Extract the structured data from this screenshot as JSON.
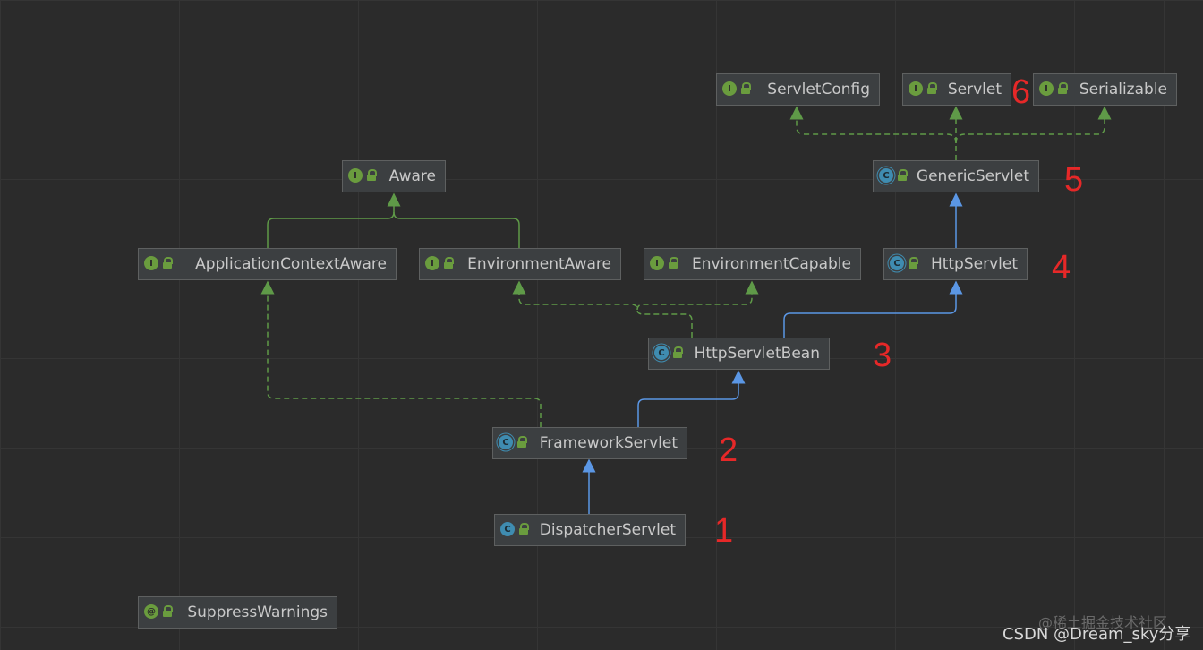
{
  "nodes": {
    "servlet_config": {
      "label": "ServletConfig",
      "kind": "I"
    },
    "servlet": {
      "label": "Servlet",
      "kind": "I"
    },
    "serializable": {
      "label": "Serializable",
      "kind": "I"
    },
    "aware": {
      "label": "Aware",
      "kind": "I"
    },
    "generic_servlet": {
      "label": "GenericServlet",
      "kind": "C"
    },
    "application_context_aware": {
      "label": "ApplicationContextAware",
      "kind": "I"
    },
    "environment_aware": {
      "label": "EnvironmentAware",
      "kind": "I"
    },
    "environment_capable": {
      "label": "EnvironmentCapable",
      "kind": "I"
    },
    "http_servlet": {
      "label": "HttpServlet",
      "kind": "C"
    },
    "http_servlet_bean": {
      "label": "HttpServletBean",
      "kind": "C"
    },
    "framework_servlet": {
      "label": "FrameworkServlet",
      "kind": "C"
    },
    "dispatcher_servlet": {
      "label": "DispatcherServlet",
      "kind": "C"
    },
    "suppress_warnings": {
      "label": "SuppressWarnings",
      "kind": "@"
    }
  },
  "annotations": {
    "n1": "1",
    "n2": "2",
    "n3": "3",
    "n4": "4",
    "n5": "5",
    "n6": "6"
  },
  "watermark": {
    "juejin": "@稀土掘金技术社区",
    "csdn": "CSDN @Dream_sky分享"
  },
  "colors": {
    "background": "#2b2b2b",
    "node_fill": "#3c3f41",
    "node_border": "#5e6060",
    "extends_edge": "#5b97e5",
    "implements_edge": "#5f9a48",
    "interface_icon": "#6a9c3e",
    "class_icon": "#3f8cb0",
    "annotation_number": "#e62828"
  },
  "edges": [
    {
      "from": "dispatcher_servlet",
      "to": "framework_servlet",
      "type": "extends"
    },
    {
      "from": "framework_servlet",
      "to": "http_servlet_bean",
      "type": "extends"
    },
    {
      "from": "framework_servlet",
      "to": "application_context_aware",
      "type": "implements"
    },
    {
      "from": "http_servlet_bean",
      "to": "http_servlet",
      "type": "extends"
    },
    {
      "from": "http_servlet_bean",
      "to": "environment_aware",
      "type": "implements"
    },
    {
      "from": "http_servlet_bean",
      "to": "environment_capable",
      "type": "implements"
    },
    {
      "from": "http_servlet",
      "to": "generic_servlet",
      "type": "extends"
    },
    {
      "from": "generic_servlet",
      "to": "servlet_config",
      "type": "implements"
    },
    {
      "from": "generic_servlet",
      "to": "servlet",
      "type": "implements"
    },
    {
      "from": "generic_servlet",
      "to": "serializable",
      "type": "implements"
    },
    {
      "from": "application_context_aware",
      "to": "aware",
      "type": "extends"
    },
    {
      "from": "environment_aware",
      "to": "aware",
      "type": "extends"
    }
  ]
}
